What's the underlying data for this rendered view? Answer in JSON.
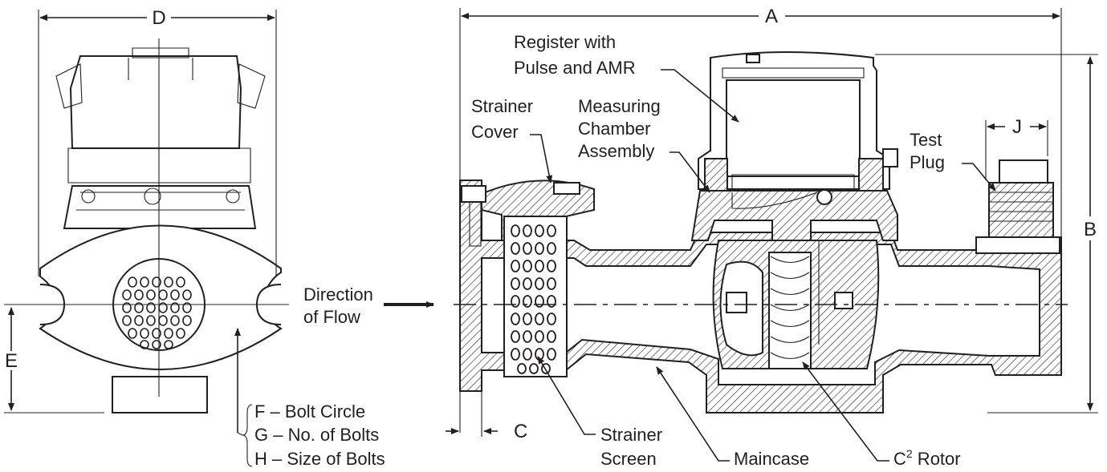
{
  "dimensions": {
    "a": "A",
    "b": "B",
    "c": "C",
    "d": "D",
    "e": "E",
    "j": "J"
  },
  "labels": {
    "register_line1": "Register with",
    "register_line2": "Pulse and AMR",
    "strainer_cover_line1": "Strainer",
    "strainer_cover_line2": "Cover",
    "measuring_line1": "Measuring",
    "measuring_line2": "Chamber",
    "measuring_line3": "Assembly",
    "test_plug_line1": "Test",
    "test_plug_line2": "Plug",
    "direction_line1": "Direction",
    "direction_line2": "of Flow",
    "bolt_circle": "F – Bolt Circle",
    "bolt_count": "G – No. of Bolts",
    "bolt_size": "H – Size of Bolts",
    "strainer_screen_line1": "Strainer",
    "strainer_screen_line2": "Screen",
    "maincase": "Maincase",
    "rotor_prefix": "C",
    "rotor_sup": "2",
    "rotor_suffix": " Rotor"
  },
  "colors": {
    "ink": "#231f20",
    "background": "#ffffff"
  }
}
